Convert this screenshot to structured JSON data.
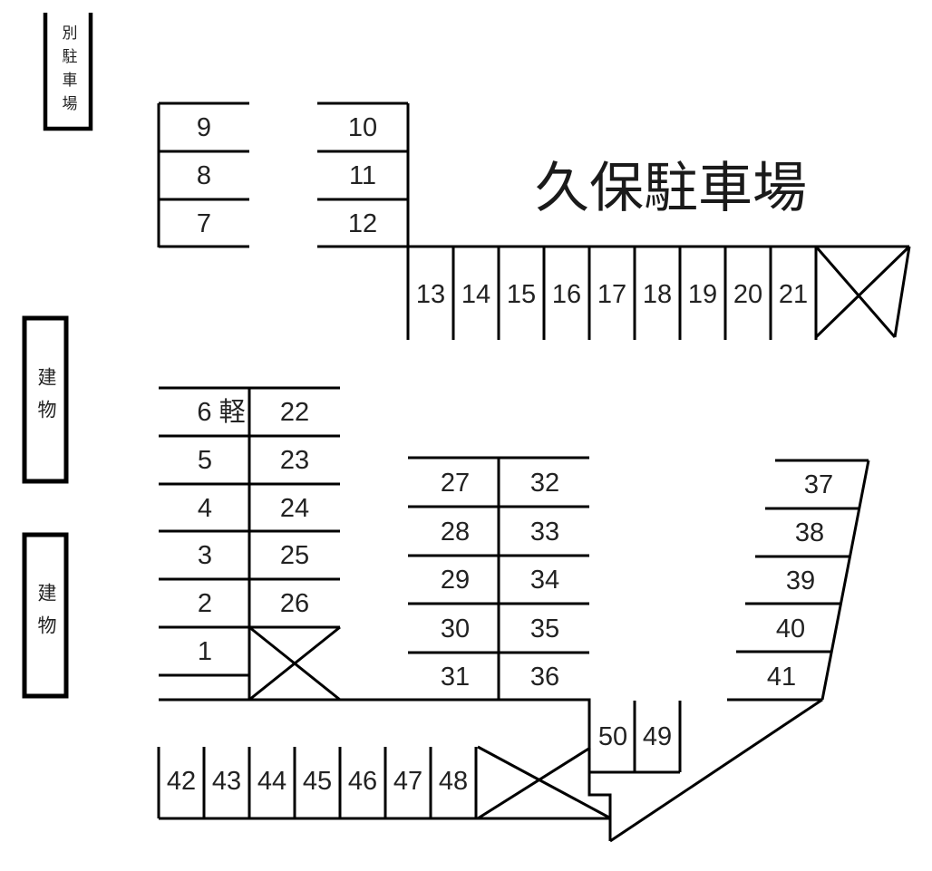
{
  "title": "久保駐車場",
  "side_labels": {
    "annex_parking": "別駐車場",
    "building_upper": "建物",
    "building_lower": "建物"
  },
  "spaces": {
    "col_9_7": [
      "9",
      "8",
      "7"
    ],
    "col_10_12": [
      "10",
      "11",
      "12"
    ],
    "row_13_21": [
      "13",
      "14",
      "15",
      "16",
      "17",
      "18",
      "19",
      "20",
      "21"
    ],
    "col_1_6": [
      "6 軽",
      "5",
      "4",
      "3",
      "2",
      "1"
    ],
    "col_22_26": [
      "22",
      "23",
      "24",
      "25",
      "26"
    ],
    "col_27_31": [
      "27",
      "28",
      "29",
      "30",
      "31"
    ],
    "col_32_36": [
      "32",
      "33",
      "34",
      "35",
      "36"
    ],
    "col_37_41": [
      "37",
      "38",
      "39",
      "40",
      "41"
    ],
    "row_42_48": [
      "42",
      "43",
      "44",
      "45",
      "46",
      "47",
      "48"
    ],
    "pair_50_49": [
      "50",
      "49"
    ]
  },
  "colors": {
    "line": "#000000",
    "text": "#222222",
    "background": "#ffffff"
  }
}
